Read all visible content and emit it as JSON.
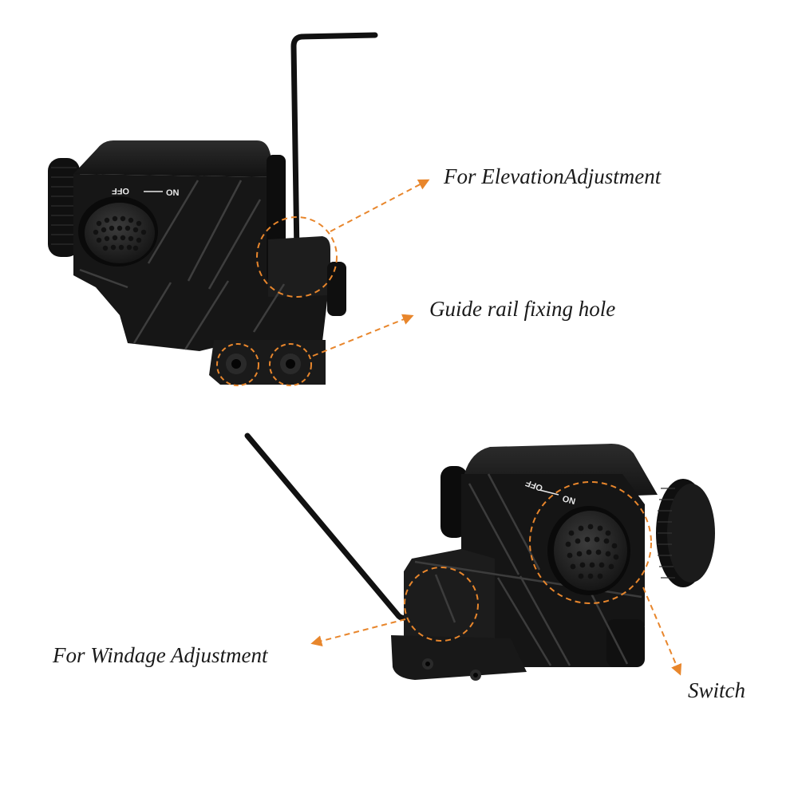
{
  "callouts": {
    "elevation": "For ElevationAdjustment",
    "guide_rail": "Guide rail fixing hole",
    "windage": "For Windage Adjustment",
    "switch": "Switch"
  },
  "device_print": {
    "off": "OFF",
    "on": "ON"
  },
  "colors": {
    "callout": "#e8862c",
    "device_body": "#141414",
    "device_face": "#1f1f1f",
    "device_edge": "#3a3a3a"
  }
}
